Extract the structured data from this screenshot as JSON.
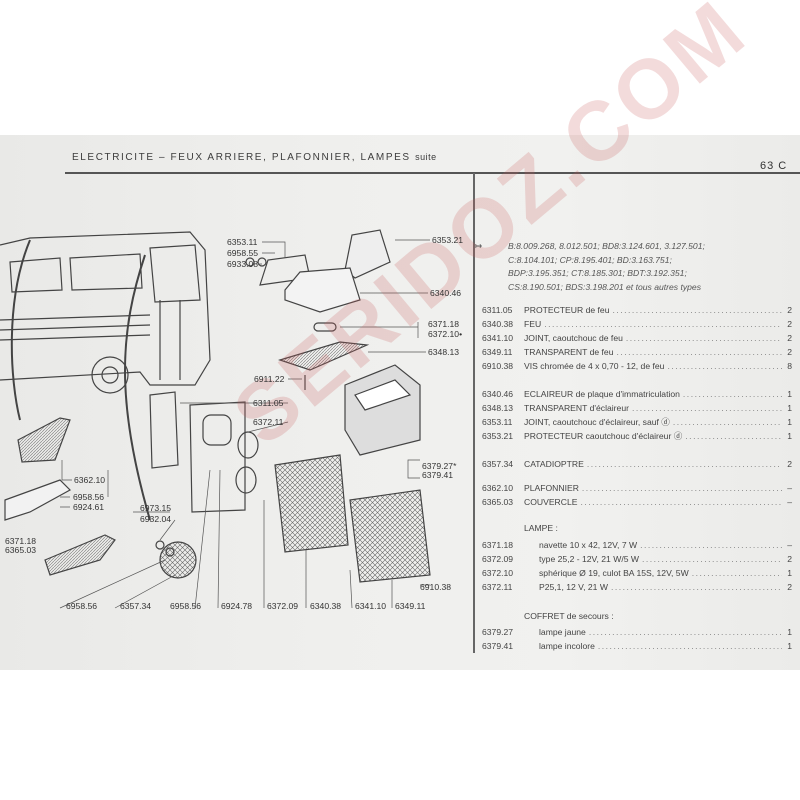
{
  "header": {
    "title": "ELECTRICITE – FEUX ARRIERE, PLAFONNIER, LAMPES",
    "suffix": "suite",
    "page_number": "63 C"
  },
  "models": {
    "arrow": "↦",
    "lines": [
      "B:8.009.268, 8.012.501; BD8:3.124.601, 3.127.501;",
      "C:8.104.101; CP:8.195.401; BD:3.163.751;",
      "BDP:3.195.351; CT:8.185.301; BDT:3.192.351;",
      "CS:8.190.501; BDS:3.198.201 et tous autres types"
    ]
  },
  "parts": [
    {
      "ref": "6311.05",
      "desc": "PROTECTEUR de feu",
      "qty": "2"
    },
    {
      "ref": "6340.38",
      "desc": "FEU",
      "qty": "2"
    },
    {
      "ref": "6341.10",
      "desc": "JOINT, caoutchouc de feu",
      "qty": "2"
    },
    {
      "ref": "6349.11",
      "desc": "TRANSPARENT de feu",
      "qty": "2"
    },
    {
      "ref": "6910.38",
      "desc": "VIS chromée de 4 x 0,70 - 12, de feu",
      "qty": "8"
    },
    {
      "ref": "6340.46",
      "desc": "ECLAIREUR de plaque d'immatriculation",
      "qty": "1"
    },
    {
      "ref": "6348.13",
      "desc": "TRANSPARENT d'éclaireur",
      "qty": "1"
    },
    {
      "ref": "6353.11",
      "desc": "JOINT, caoutchouc d'éclaireur, sauf ⓓ",
      "qty": "1"
    },
    {
      "ref": "6353.21",
      "desc": "PROTECTEUR caoutchouc d'éclaireur ⓓ",
      "qty": "1"
    },
    {
      "ref": "6357.34",
      "desc": "CATADIOPTRE",
      "qty": "2"
    },
    {
      "ref": "6362.10",
      "desc": "PLAFONNIER",
      "qty": "–"
    },
    {
      "ref": "6365.03",
      "desc": "COUVERCLE",
      "qty": "–"
    }
  ],
  "lampe": {
    "heading": "LAMPE :",
    "items": [
      {
        "ref": "6371.18",
        "desc": "navette 10 x 42, 12V, 7 W",
        "qty": "–"
      },
      {
        "ref": "6372.09",
        "desc": "type 25,2 - 12V, 21 W/5 W",
        "qty": "2"
      },
      {
        "ref": "6372.10",
        "desc": "sphérique Ø 19, culot BA 15S, 12V, 5W",
        "qty": "1"
      },
      {
        "ref": "6372.11",
        "desc": "P25,1, 12 V, 21 W",
        "qty": "2"
      }
    ]
  },
  "coffret": {
    "heading": "COFFRET de secours :",
    "items": [
      {
        "ref": "6379.27",
        "desc": "lampe jaune",
        "qty": "1"
      },
      {
        "ref": "6379.41",
        "desc": "lampe incolore",
        "qty": "1"
      }
    ]
  },
  "diagram_labels": {
    "l6353_11": "6353.11",
    "l6958_55": "6958.55",
    "l6933_08": "6933.08",
    "l6353_21": "6353.21",
    "l6340_46": "6340.46",
    "l6371_18a": "6371.18",
    "l6372_10": "6372.10•",
    "l6348_13": "6348.13",
    "l6911_22": "6911.22",
    "l6311_05": "6311.05",
    "l6372_11": "6372.11",
    "l6362_10": "6362.10",
    "l6958_56a": "6958.56",
    "l6924_61": "6924.61",
    "l6371_18b": "6371.18",
    "l6365_03": "6365.03",
    "l6973_15": "6973.15",
    "l6932_04": "6932.04",
    "l6379_27": "6379.27*",
    "l6379_41": "6379.41",
    "l6910_38": "6910.38",
    "b6958_56a": "6958.56",
    "b6357_34": "6357.34",
    "b6958_56b": "6958.56",
    "b6924_78": "6924.78",
    "b6372_09": "6372.09",
    "b6340_38": "6340.38",
    "b6341_10": "6341.10",
    "b6349_11": "6349.11"
  },
  "watermark": "SERIDOZ.COM"
}
